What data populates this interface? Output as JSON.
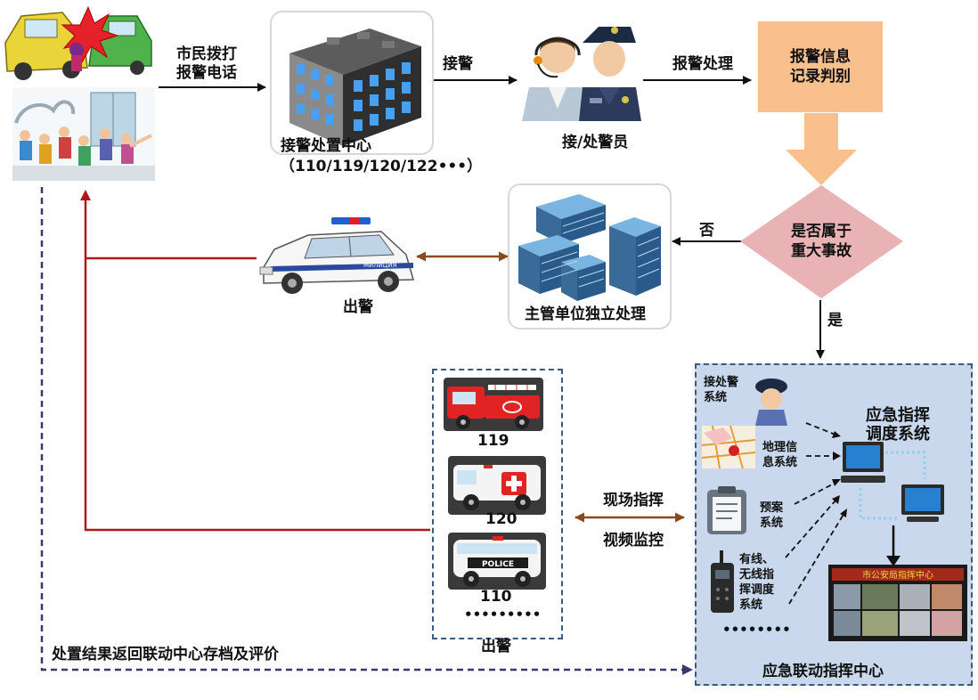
{
  "labels": {
    "call": [
      "市民拨打",
      "报警电话"
    ],
    "receive": "接警",
    "center_title": "接警处置中心",
    "center_numbers": "（110/119/120/122•••）",
    "staff": "接/处警员",
    "process": "报警处理",
    "record": [
      "报警信息",
      "记录判别"
    ],
    "decision": [
      "是否属于",
      "重大事故"
    ],
    "no": "否",
    "yes": "是",
    "independent": "主管单位独立处理",
    "dispatch_top": "出警",
    "dispatch_bottom": "出警",
    "field_command": "现场指挥",
    "video": "视频监控",
    "feedback": "处置结果返回联动中心存档及评价",
    "vehicles": [
      "119",
      "120",
      "110",
      "•••••••••"
    ],
    "ec_title": [
      "应急指挥",
      "调度系统"
    ],
    "ec_center": "应急联动指挥中心",
    "ec_systems": {
      "police": [
        "接处警",
        "系统"
      ],
      "gis": [
        "地理信",
        "息系统"
      ],
      "plan": [
        "预案",
        "系统"
      ],
      "radio": [
        "有线、",
        "无线指",
        "挥调度",
        "系统"
      ],
      "more": "••••••••"
    },
    "screen_banner": "市公安局指挥中心",
    "police_car_text": "МИЛИЦИЯ",
    "bus_text": "POLICE"
  },
  "colors": {
    "arrow_black": "#111111",
    "arrow_red": "#b01818",
    "arrow_brown": "#8a4a1e",
    "dash_navy": "#3a3a66",
    "orange": "#f9c08d",
    "diamond": "#e9b3b6",
    "ec_bg": "#c9d8ec",
    "box_border": "#3a5a80"
  }
}
